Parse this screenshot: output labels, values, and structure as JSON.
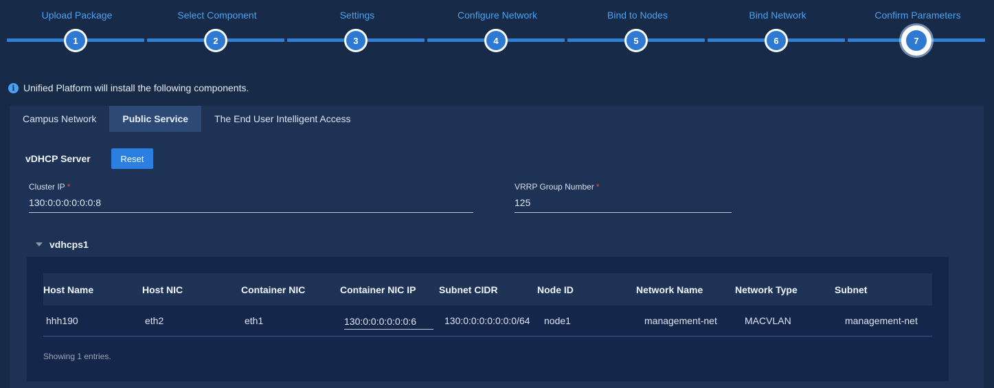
{
  "wizard": {
    "steps": [
      {
        "label": "Upload Package",
        "number": "1"
      },
      {
        "label": "Select Component",
        "number": "2"
      },
      {
        "label": "Settings",
        "number": "3"
      },
      {
        "label": "Configure Network",
        "number": "4"
      },
      {
        "label": "Bind to Nodes",
        "number": "5"
      },
      {
        "label": "Bind Network",
        "number": "6"
      },
      {
        "label": "Confirm Parameters",
        "number": "7"
      }
    ],
    "active_step": 7
  },
  "info": {
    "icon": "info-icon",
    "text": "Unified Platform will install the following components."
  },
  "tabs": [
    {
      "label": "Campus Network"
    },
    {
      "label": "Public Service"
    },
    {
      "label": "The End User Intelligent Access"
    }
  ],
  "active_tab": "Public Service",
  "section": {
    "title": "vDHCP Server",
    "reset_label": "Reset",
    "cluster_ip": {
      "label": "Cluster IP",
      "required_mark": "*",
      "value": "130:0:0:0:0:0:0:8"
    },
    "vrrp": {
      "label": "VRRP Group Number",
      "required_mark": "*",
      "value": "125"
    }
  },
  "group": {
    "title": "vdhcps1",
    "table": {
      "headers": [
        "Host Name",
        "Host NIC",
        "Container NIC",
        "Container NIC IP",
        "Subnet CIDR",
        "Node ID",
        "Network Name",
        "Network Type",
        "Subnet"
      ],
      "rows": [
        [
          "hhh190",
          "eth2",
          "eth1",
          "130:0:0:0:0:0:0:6",
          "130:0:0:0:0:0:0:0/64",
          "node1",
          "management-net",
          "MACVLAN",
          "management-net"
        ]
      ]
    },
    "footer": "Showing 1 entries."
  },
  "colors": {
    "background": "#172a48",
    "panel": "#1d3254",
    "accent": "#2a7fe0",
    "step_label": "#4aa3f0",
    "required": "#e84b4b"
  }
}
